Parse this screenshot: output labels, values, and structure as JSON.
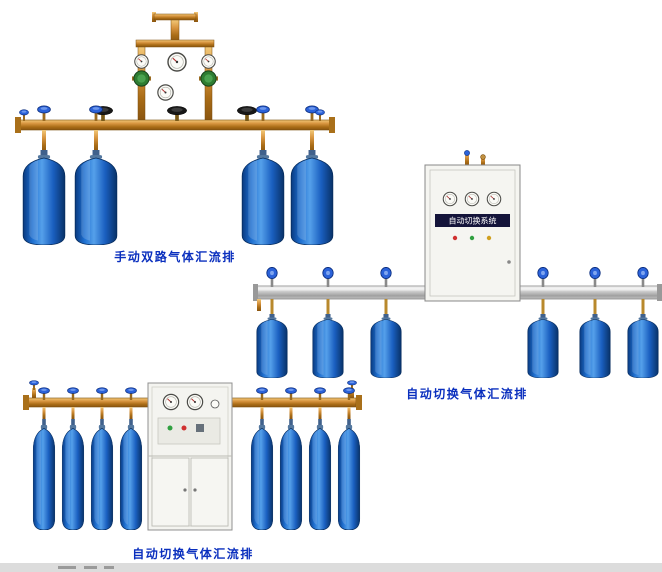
{
  "page": {
    "background_color": "#ffffff",
    "bottom_strip_color": "#dcdcdc"
  },
  "products": [
    {
      "id": "manual-dual-gas-manifold",
      "caption": "手动双路气体汇流排",
      "cylinders": 4
    },
    {
      "id": "auto-switch-gas-manifold-wall-cabinet",
      "caption": "自动切换气体汇流排",
      "cabinet_label": "自动切换系统",
      "cylinders": 6
    },
    {
      "id": "auto-switch-gas-manifold-floor-cabinet",
      "caption": "自动切换气体汇流排",
      "cylinders": 8
    }
  ],
  "colors": {
    "caption_text": "#0a2fbe",
    "cylinder_blue": "#1e6fd0",
    "brass_pipe": "#c8882a",
    "steel_rail": "#c9c9c9",
    "regulator_green": "#2e7d32"
  }
}
